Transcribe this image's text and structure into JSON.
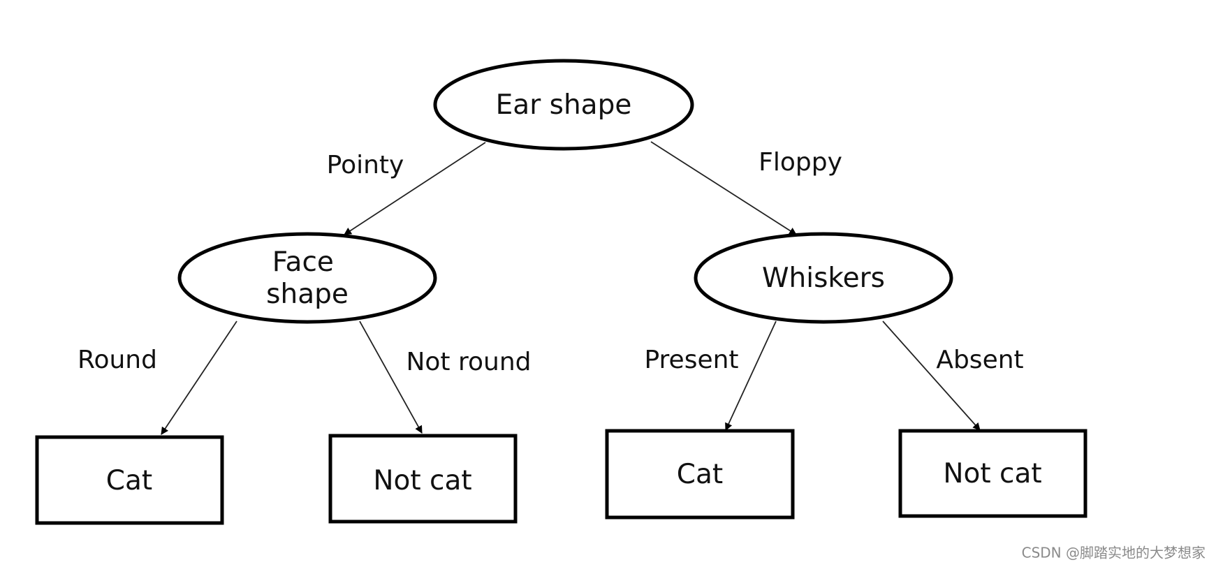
{
  "diagram": {
    "nodes": {
      "ear_shape": {
        "lines": [
          "Ear shape"
        ]
      },
      "face_shape": {
        "lines": [
          "Face",
          "shape"
        ]
      },
      "whiskers": {
        "lines": [
          "Whiskers"
        ]
      },
      "leaf_round": {
        "lines": [
          "Cat"
        ]
      },
      "leaf_not_round": {
        "lines": [
          "Not cat"
        ]
      },
      "leaf_present": {
        "lines": [
          "Cat"
        ]
      },
      "leaf_absent": {
        "lines": [
          "Not cat"
        ]
      }
    },
    "edges": {
      "pointy": "Pointy",
      "floppy": "Floppy",
      "round": "Round",
      "not_round": "Not round",
      "present": "Present",
      "absent": "Absent"
    }
  },
  "watermark": "CSDN @脚踏实地的大梦想家",
  "colors": {
    "stroke": "#000000",
    "background": "#ffffff",
    "watermark": "#8a8a8a"
  }
}
